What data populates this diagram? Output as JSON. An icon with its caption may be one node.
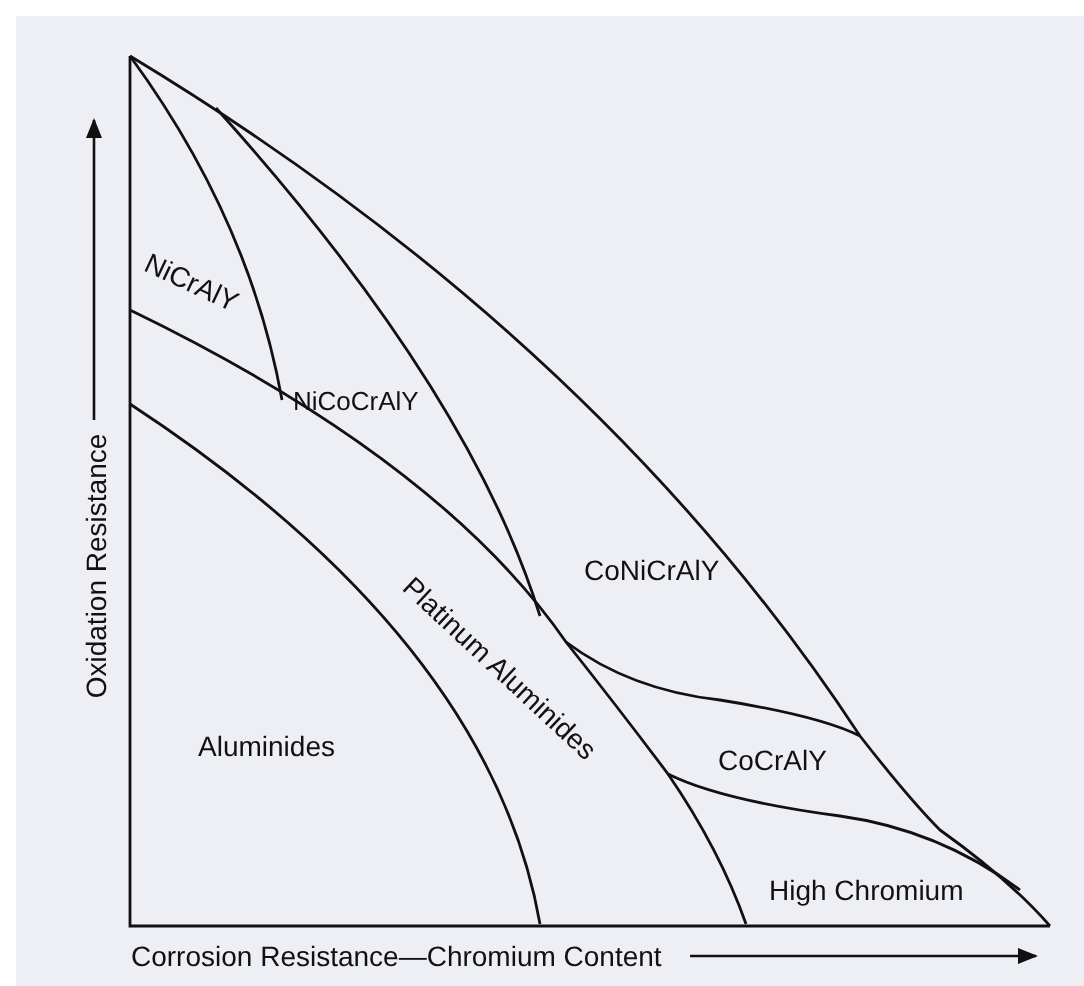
{
  "diagram": {
    "labels": [
      "NiCrAlY",
      "NiCoCrAlY",
      "CoNiCrAlY",
      "Platinum Aluminides",
      "Aluminides",
      "CoCrAlY",
      "High Chromium",
      "Oxidation Resistance",
      "Corrosion Resistance—Chromium Content"
    ]
  }
}
